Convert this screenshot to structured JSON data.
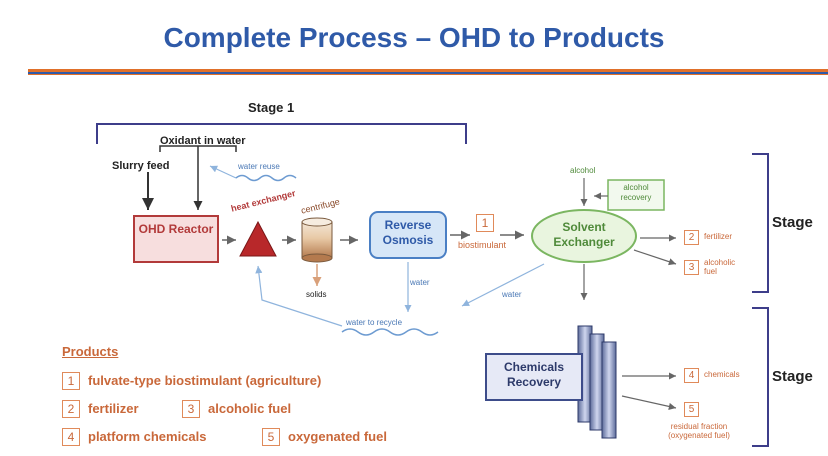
{
  "title": "Complete Process – OHD to Products",
  "stage1_label": "Stage 1",
  "stage_right_top": "Stage",
  "stage_right_bottom": "Stage",
  "oxidant_label": "Oxidant in water",
  "slurry_label": "Slurry feed",
  "water_reuse": "water reuse",
  "heat_exchanger": "heat exchanger",
  "centrifuge": "centrifuge",
  "ohd_reactor": "OHD Reactor",
  "reverse_osmosis": "Reverse Osmosis",
  "solids": "solids",
  "water_ro": "water",
  "water_recycle": "water to recycle",
  "biostimulant": "biostimulant",
  "water_solvent": "water",
  "alcohol": "alcohol",
  "alcohol_recovery": "alcohol recovery",
  "solvent_exchanger": "Solvent Exchanger",
  "fertilizer_out": "fertilizer",
  "alcoholic_fuel_out": "alcoholic fuel",
  "chemicals_recovery": "Chemicals Recovery",
  "chemicals_out": "chemicals",
  "residual_fraction": "residual fraction (oxygenated fuel)",
  "numbers": {
    "n1": "1",
    "n2": "2",
    "n3": "3",
    "n4": "4",
    "n5": "5"
  },
  "products": {
    "heading": "Products",
    "p1": "fulvate-type biostimulant (agriculture)",
    "p2": "fertilizer",
    "p3": "alcoholic fuel",
    "p4": "platform chemicals",
    "p5": "oxygenated fuel"
  },
  "colors": {
    "title_blue": "#2f5aa8",
    "accent_orange": "#e0702a",
    "reactor_border": "#b23a3a",
    "ro_fill": "#d6e6f7",
    "solvent_fill": "#e9f5df",
    "triangle": "#b8282a"
  }
}
